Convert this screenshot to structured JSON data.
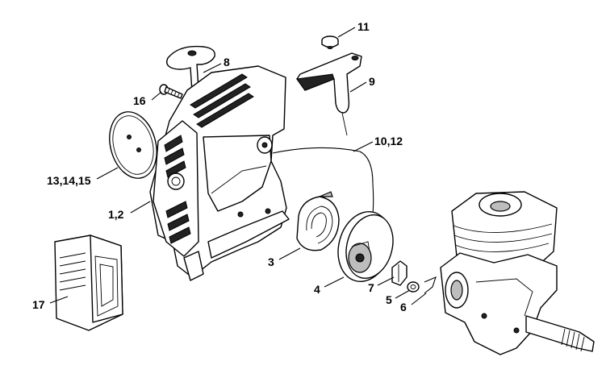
{
  "labels": {
    "p11": "11",
    "p8": "8",
    "p9": "9",
    "p16": "16",
    "p10_12": "10,12",
    "p13_14_15": "13,14,15",
    "p1_2": "1,2",
    "p3": "3",
    "p4": "4",
    "p7": "7",
    "p5": "5",
    "p6": "6",
    "p17": "17"
  }
}
